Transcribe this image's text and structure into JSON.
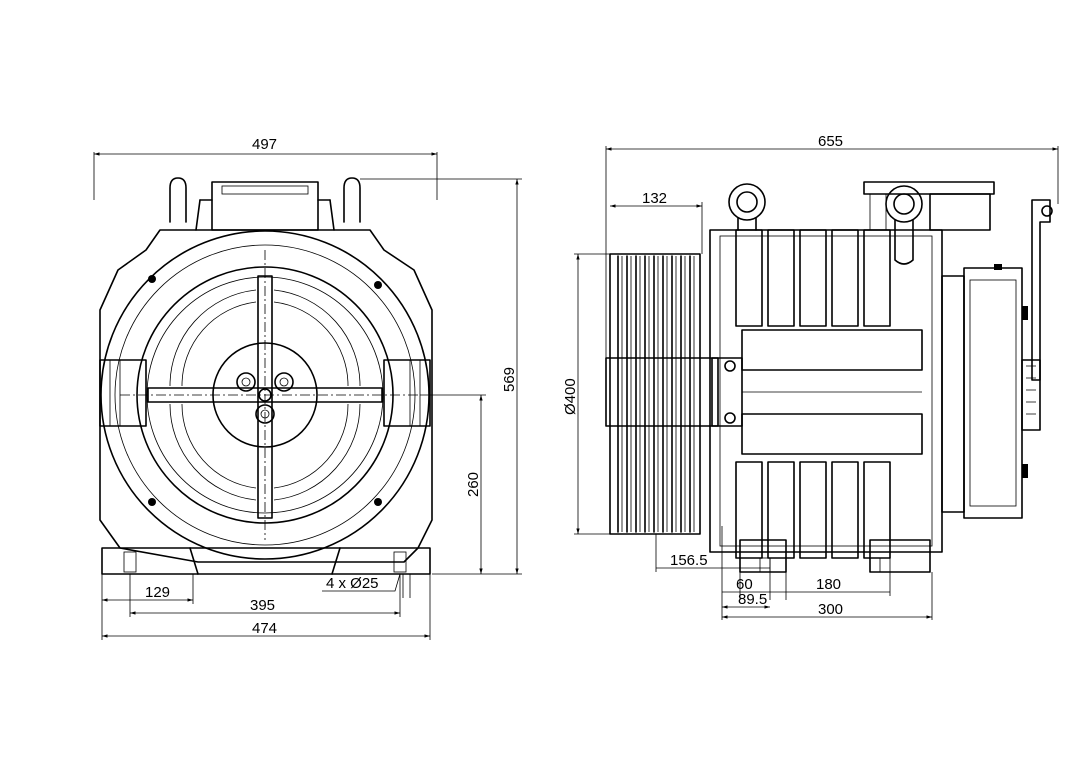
{
  "front_view": {
    "dims": {
      "width_top": "497",
      "height_total": "569",
      "shaft_height": "260",
      "hole_spec": "4 x Ø25",
      "hole_offset": "129",
      "hole_spacing": "395",
      "base_width": "474"
    }
  },
  "side_view": {
    "dims": {
      "total_length": "655",
      "sheave_width": "132",
      "sheave_diameter": "Ø400",
      "sheave_to_foot": "156.5",
      "foot_a": "60",
      "foot_b": "180",
      "foot_c": "89.5",
      "foot_span": "300"
    }
  }
}
